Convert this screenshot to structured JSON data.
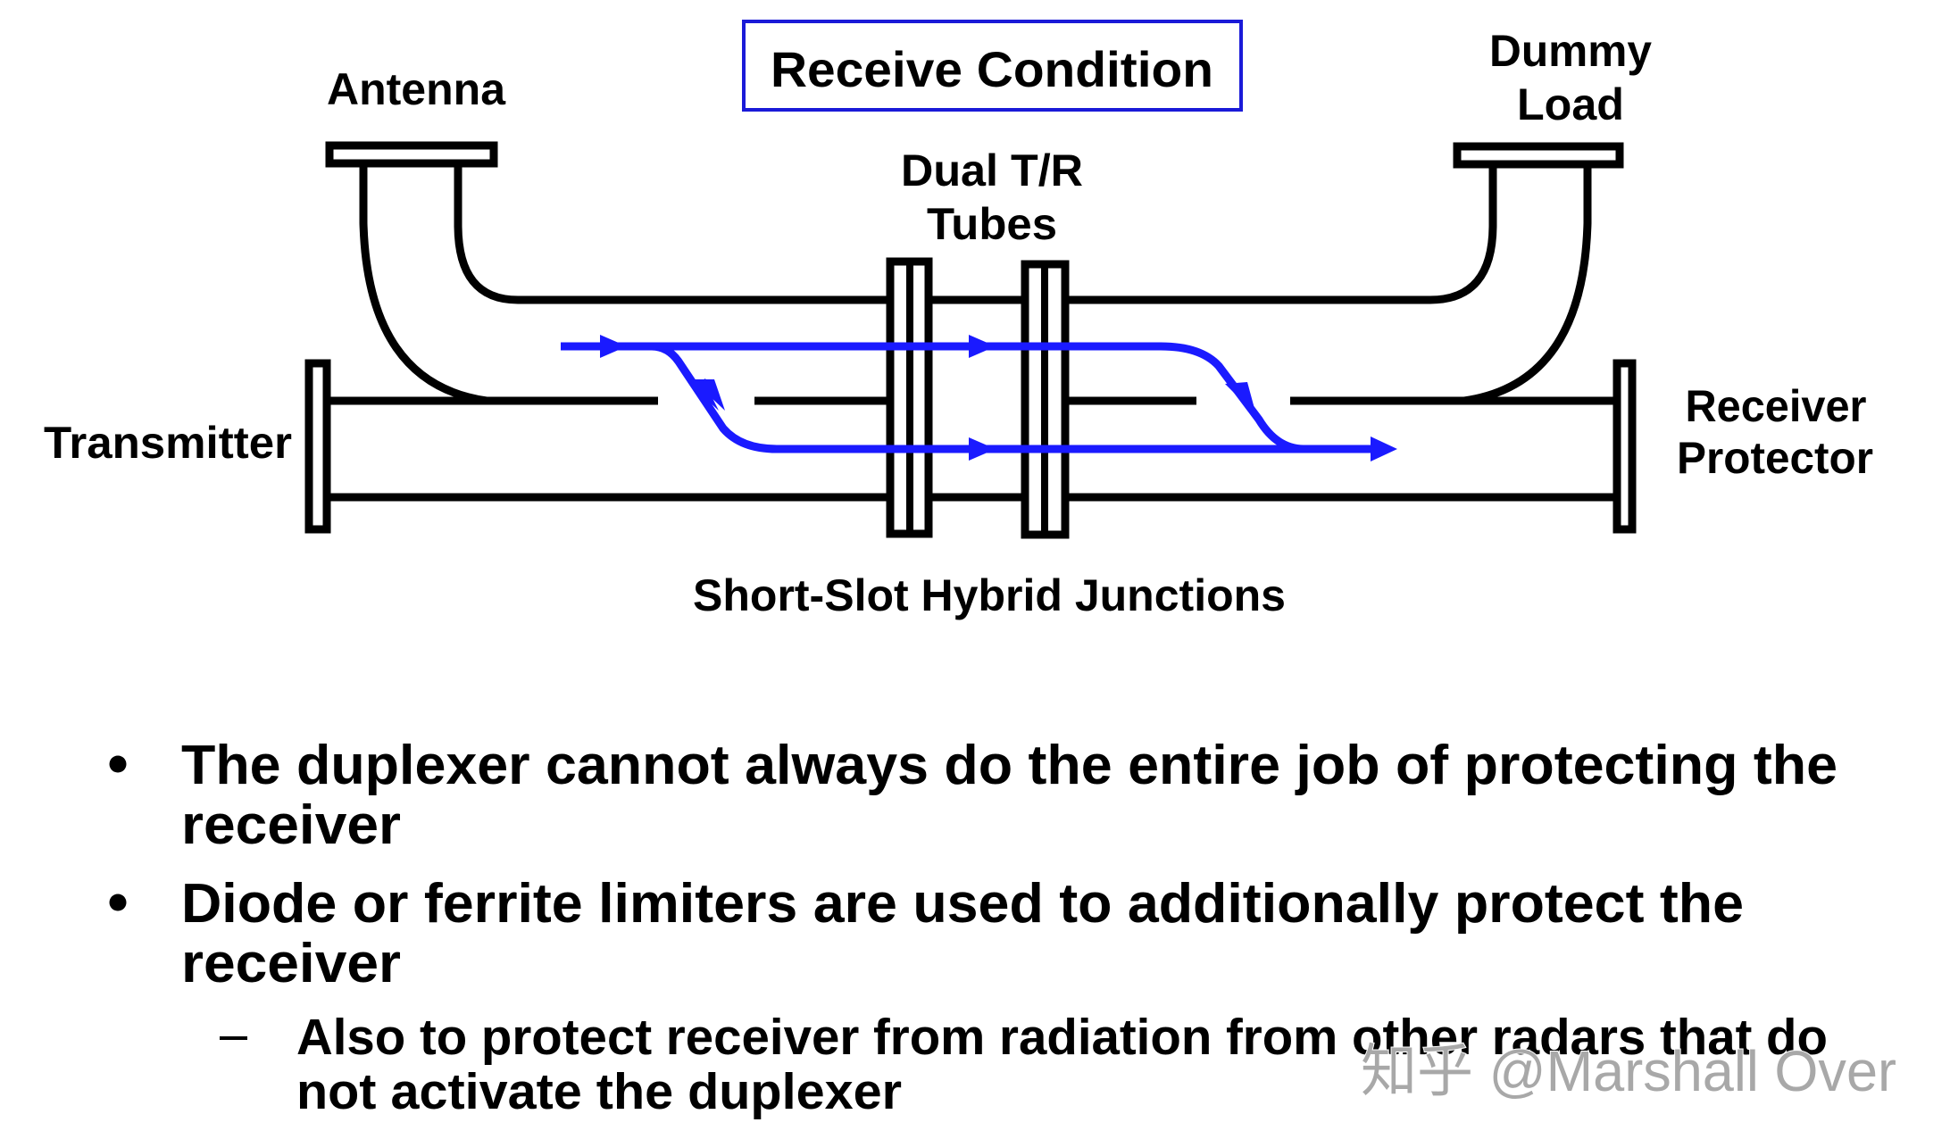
{
  "diagram": {
    "title": "Receive Condition",
    "labels": {
      "antenna": "Antenna",
      "dummy_load_line1": "Dummy",
      "dummy_load_line2": "Load",
      "dual_tr_line1": "Dual T/R",
      "dual_tr_line2": "Tubes",
      "transmitter": "Transmitter",
      "receiver_protector_line1": "Receiver",
      "receiver_protector_line2": "Protector",
      "hybrid_junctions": "Short-Slot Hybrid Junctions"
    },
    "colors": {
      "title_border": "#1a1ad8",
      "signal_flow": "#1a1aff",
      "waveguide": "#000000"
    }
  },
  "bullets": [
    {
      "marker": "•",
      "lines": [
        "The duplexer cannot always do the entire job of protecting the",
        "receiver"
      ]
    },
    {
      "marker": "•",
      "lines": [
        "Diode or ferrite limiters are used to additionally protect the",
        "receiver"
      ]
    }
  ],
  "sub_bullets": [
    {
      "marker": "–",
      "lines": [
        "Also to protect receiver from radiation from other radars that do",
        "not activate the duplexer"
      ]
    }
  ],
  "watermark": "知乎 @Marshall Over"
}
